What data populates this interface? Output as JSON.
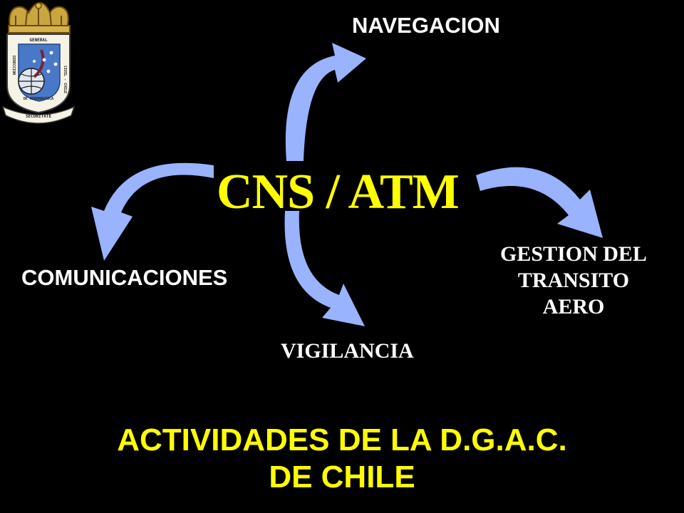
{
  "colors": {
    "background": "#000000",
    "arrow": "#99b3ff",
    "accent_yellow": "#ffff00",
    "label_white": "#ffffff"
  },
  "diagram": {
    "center": "CNS / ATM",
    "nodes": {
      "navegacion": "NAVEGACION",
      "comunicaciones": "COMUNICACIONES",
      "vigilancia": "VIGILANCIA",
      "gestion_line1": "GESTION DEL",
      "gestion_line2": "TRANSITO",
      "gestion_line3": "AERO"
    }
  },
  "footer": {
    "line1": "ACTIVIDADES DE LA D.G.A.C.",
    "line2": "DE CHILE"
  },
  "logo": {
    "text_top": "GENERAL",
    "text_left": "DIRECCION",
    "text_right": "CIVIL - CHILE",
    "text_bottom": "DE AERONAUTICA",
    "ribbon": "SECURITATE"
  }
}
